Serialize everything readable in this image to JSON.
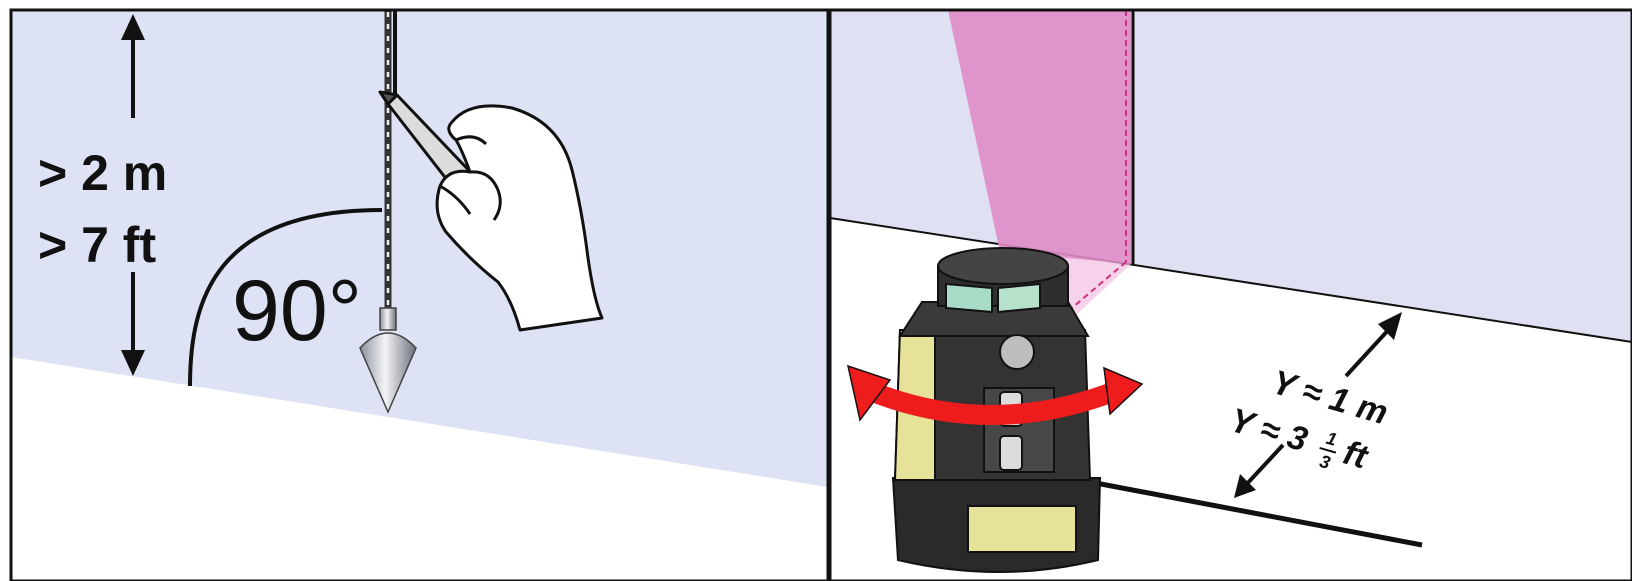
{
  "panels": {
    "left": {
      "height_label_metric": "> 2 m",
      "height_label_imperial": "> 7 ft",
      "angle_label": "90°"
    },
    "right": {
      "distance_label_metric": "Y ≈ 1 m",
      "distance_label_imperial_prefix": "Y ≈ 3",
      "distance_label_imperial_fraction_num": "1",
      "distance_label_imperial_fraction_den": "3",
      "distance_label_imperial_unit": "ft"
    }
  },
  "colors": {
    "wall": "#dde3f5",
    "wall_right": "#dfe0f2",
    "laser_beam": "#e08cc8",
    "rotation_arrow": "#ee1c1c",
    "device_body": "#2a2a2a",
    "device_accent": "#e6e29a"
  }
}
